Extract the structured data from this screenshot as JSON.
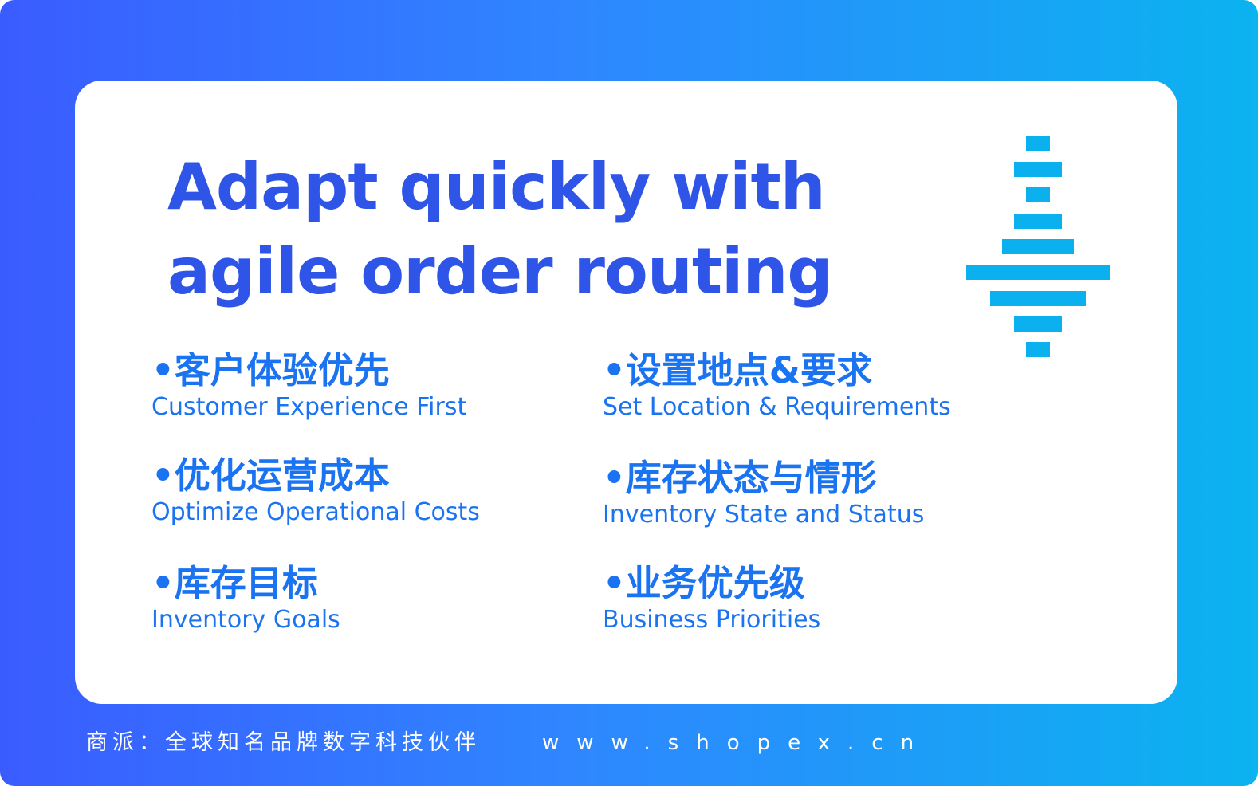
{
  "headline": {
    "line1": "Adapt quickly with",
    "line2": "agile order routing"
  },
  "features": [
    {
      "cn": "•客户体验优先",
      "en": "Customer Experience First"
    },
    {
      "cn": "•设置地点&要求",
      "en": "Set Location & Requirements"
    },
    {
      "cn": "•优化运营成本",
      "en": "Optimize Operational Costs"
    },
    {
      "cn": "•库存状态与情形",
      "en": "Inventory State and Status"
    },
    {
      "cn": "•库存目标",
      "en": "Inventory Goals"
    },
    {
      "cn": "•业务优先级",
      "en": "Business Priorities"
    }
  ],
  "footer": {
    "company": "商派：全球知名品牌数字科技伙伴",
    "url": "www.shopex.cn"
  },
  "colors": {
    "gradient_start": "#3a5cff",
    "gradient_end": "#0bb3f0",
    "headline": "#2e55e8",
    "feature_text": "#1a73f0",
    "logo_bars": "#0bb0ee"
  },
  "icons": [
    "shopex-bars-logo-icon"
  ]
}
